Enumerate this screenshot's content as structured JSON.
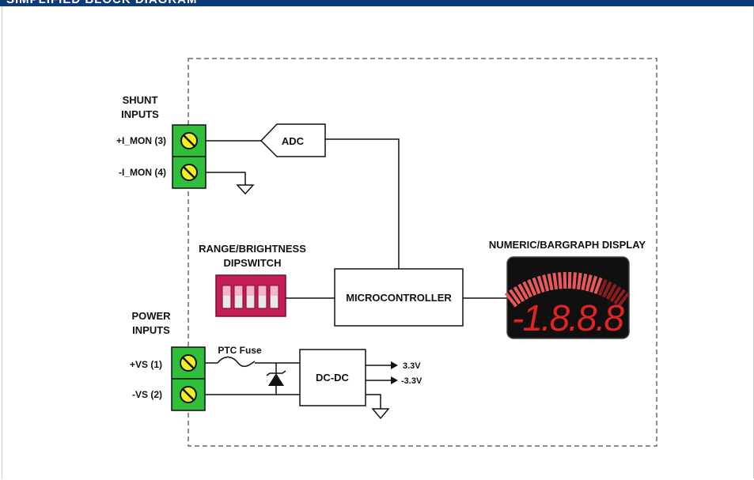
{
  "header": {
    "title": "SIMPLIFIED BLOCK DIAGRAM"
  },
  "shunt": {
    "title_line1": "SHUNT",
    "title_line2": "INPUTS",
    "pin1": "+I_MON (3)",
    "pin2": "-I_MON (4)"
  },
  "adc": {
    "label": "ADC"
  },
  "dipswitch": {
    "title_line1": "RANGE/BRIGHTNESS",
    "title_line2": "DIPSWITCH"
  },
  "micro": {
    "label": "MICROCONTROLLER"
  },
  "display": {
    "title": "NUMERIC/BARGRAPH DISPLAY",
    "readout": "-1.8.8.8"
  },
  "power": {
    "title_line1": "POWER",
    "title_line2": "INPUTS",
    "pin1": "+VS (1)",
    "pin2": "-VS (2)"
  },
  "ptc": {
    "label": "PTC Fuse"
  },
  "dcdc": {
    "label": "DC-DC",
    "out1": "3.3V",
    "out2": "-3.3V"
  },
  "colors": {
    "terminal": "#2fbf3a",
    "screw": "#f2ef1e",
    "dipswitch": "#c41e56",
    "display_bg": "#101010",
    "display_led": "#e02424",
    "header": "#0d3b7a"
  }
}
